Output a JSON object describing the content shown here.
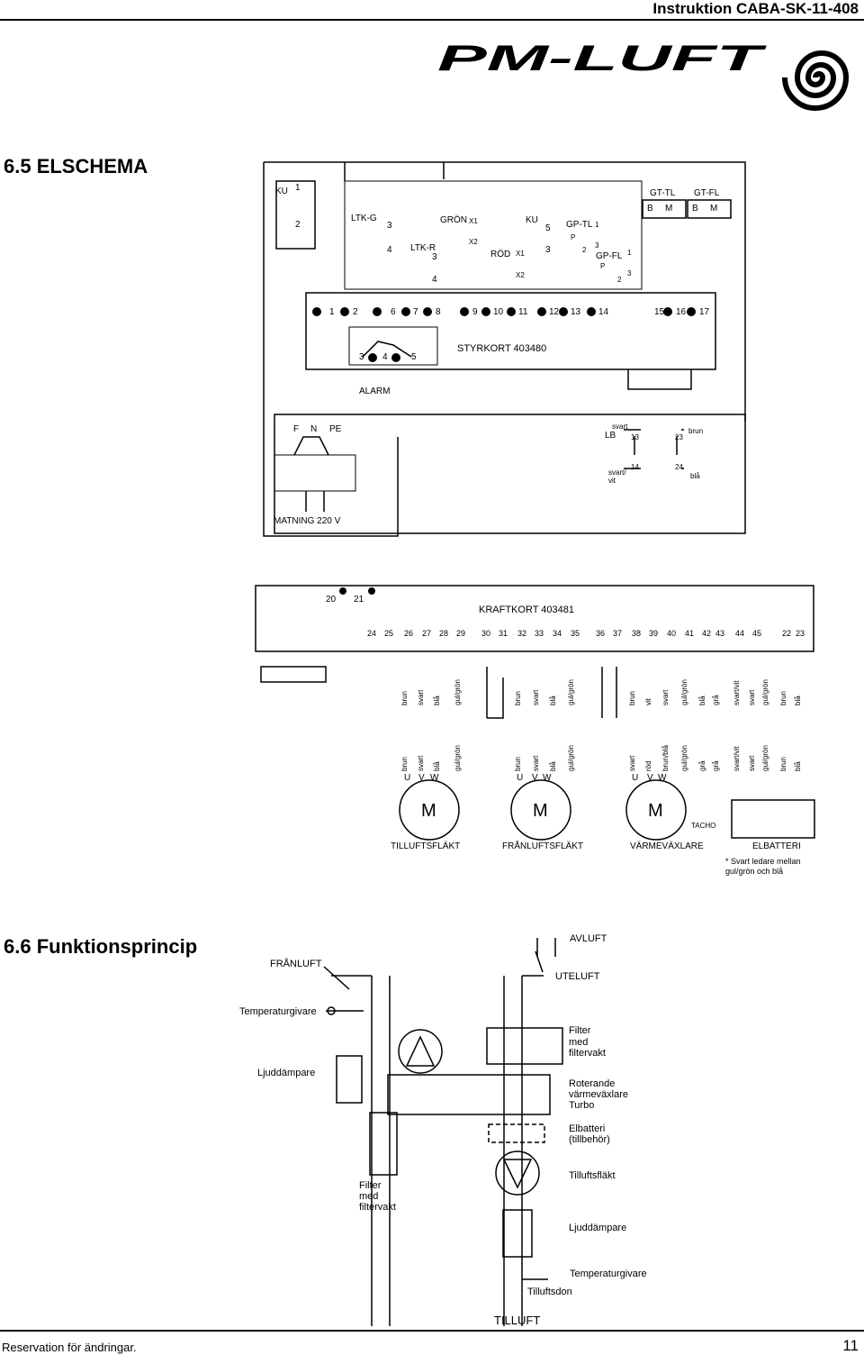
{
  "header": {
    "doc_title": "Instruktion CABA-SK-11-408",
    "logo_text": "PM-LUFT"
  },
  "section_elschema": {
    "title": "6.5 ELSCHEMA"
  },
  "section_funktion": {
    "title": "6.6 Funktionsprincip"
  },
  "elschema": {
    "ku1": "KU",
    "ku1_c1": "1",
    "ku1_c2": "2",
    "ltk_g": "LTK-G",
    "ltk_g_3": "3",
    "ltk_g_4": "4",
    "ltk_r": "LTK-R",
    "ltk_r_3": "3",
    "ltk_r_4": "4",
    "gron": "GRÖN",
    "gron_x1": "X1",
    "gron_x2": "X2",
    "rod": "RÖD",
    "rod_x1": "X1",
    "rod_x2": "X2",
    "ku2": "KU",
    "ku2_5": "5",
    "ku2_3": "3",
    "gp_tl": "GP-TL",
    "gp_tl_1": "1",
    "gp_tl_3": "3",
    "gp_tl_2": "2",
    "gp_tl_p": "P",
    "gp_fl": "GP-FL",
    "gp_fl_1": "1",
    "gp_fl_3": "3",
    "gp_fl_2": "2",
    "gp_fl_p": "P",
    "gt_tl": "GT-TL",
    "gt_tl_b": "B",
    "gt_tl_m": "M",
    "gt_fl": "GT-FL",
    "gt_fl_b": "B",
    "gt_fl_m": "M",
    "styr_terminals": [
      "1",
      "2",
      "6",
      "7",
      "8",
      "9",
      "10",
      "11",
      "12",
      "13",
      "14",
      "15",
      "16",
      "17"
    ],
    "styrkort": "STYRKORT 403480",
    "alarm_terms": [
      "3",
      "4",
      "5"
    ],
    "alarm": "ALARM",
    "matning_terms": [
      "F",
      "N",
      "PE"
    ],
    "matning": "MATNING 220 V",
    "lb": "LB",
    "lb_svart": "svart",
    "lb_13": "13",
    "lb_23": "23",
    "lb_brun": "brun",
    "lb_svartvit": "svart/",
    "lb_vit": "vit",
    "lb_14": "14",
    "lb_24": "24",
    "lb_bla": "blå",
    "kraft_top_terms": [
      "20",
      "21"
    ],
    "kraftkort": "KRAFTKORT 403481",
    "kraft_terms": [
      "24",
      "25",
      "26",
      "27",
      "28",
      "29",
      "30",
      "31",
      "32",
      "33",
      "34",
      "35",
      "36",
      "37",
      "38",
      "39",
      "40",
      "41",
      "42",
      "43",
      "44",
      "45",
      "22",
      "23"
    ],
    "wire_colors_top": [
      "brun",
      "svart",
      "blå",
      "gul/grön",
      "brun",
      "svart",
      "blå",
      "gul/grön",
      "brun",
      "vit",
      "svart",
      "gul/grön",
      "blå",
      "grå",
      "svart/vit",
      "svart",
      "gul/grön",
      "brun",
      "blå"
    ],
    "wire_colors_bottom": [
      "brun",
      "svart",
      "blå",
      "gul/grön",
      "brun",
      "svart",
      "blå",
      "gul/grön",
      "svart",
      "röd",
      "brun/blå",
      "gul/grön",
      "grå",
      "grå",
      "svart/vit",
      "svart",
      "gul/grön",
      "brun",
      "blå"
    ],
    "uvw": [
      "U",
      "V",
      "W"
    ],
    "motor": "M",
    "tacho": "TACHO",
    "tilluftsflakt": "TILLUFTSFLÄKT",
    "franluftsflakt": "FRÅNLUFTSFLÄKT",
    "varmevaxlare": "VÄRMEVÄXLARE",
    "elbatteri": "ELBATTERI",
    "note1": "* Svart ledare mellan",
    "note2": "gul/grön och blå"
  },
  "funktion": {
    "franluft": "FRÅNLUFT",
    "avluft": "AVLUFT",
    "uteluft": "UTELUFT",
    "temperaturgivare": "Temperaturgivare",
    "ljuddampare": "Ljuddämpare",
    "filter_right": [
      "Filter",
      "med",
      "filtervakt"
    ],
    "roterande": [
      "Roterande",
      "värmeväxlare",
      "Turbo"
    ],
    "elbatteri": [
      "Elbatteri",
      "(tillbehör)"
    ],
    "tilluftsflakt": "Tilluftsfläkt",
    "ljuddampare2": "Ljuddämpare",
    "temperaturgivare2": "Temperaturgivare",
    "filter_left": [
      "Filter",
      "med",
      "filtervakt"
    ],
    "tilluftsdon": "Tilluftsdon",
    "tilluft": "TILLUFT"
  },
  "footer": {
    "note": "Reservation för ändringar.",
    "page_number": "11"
  }
}
